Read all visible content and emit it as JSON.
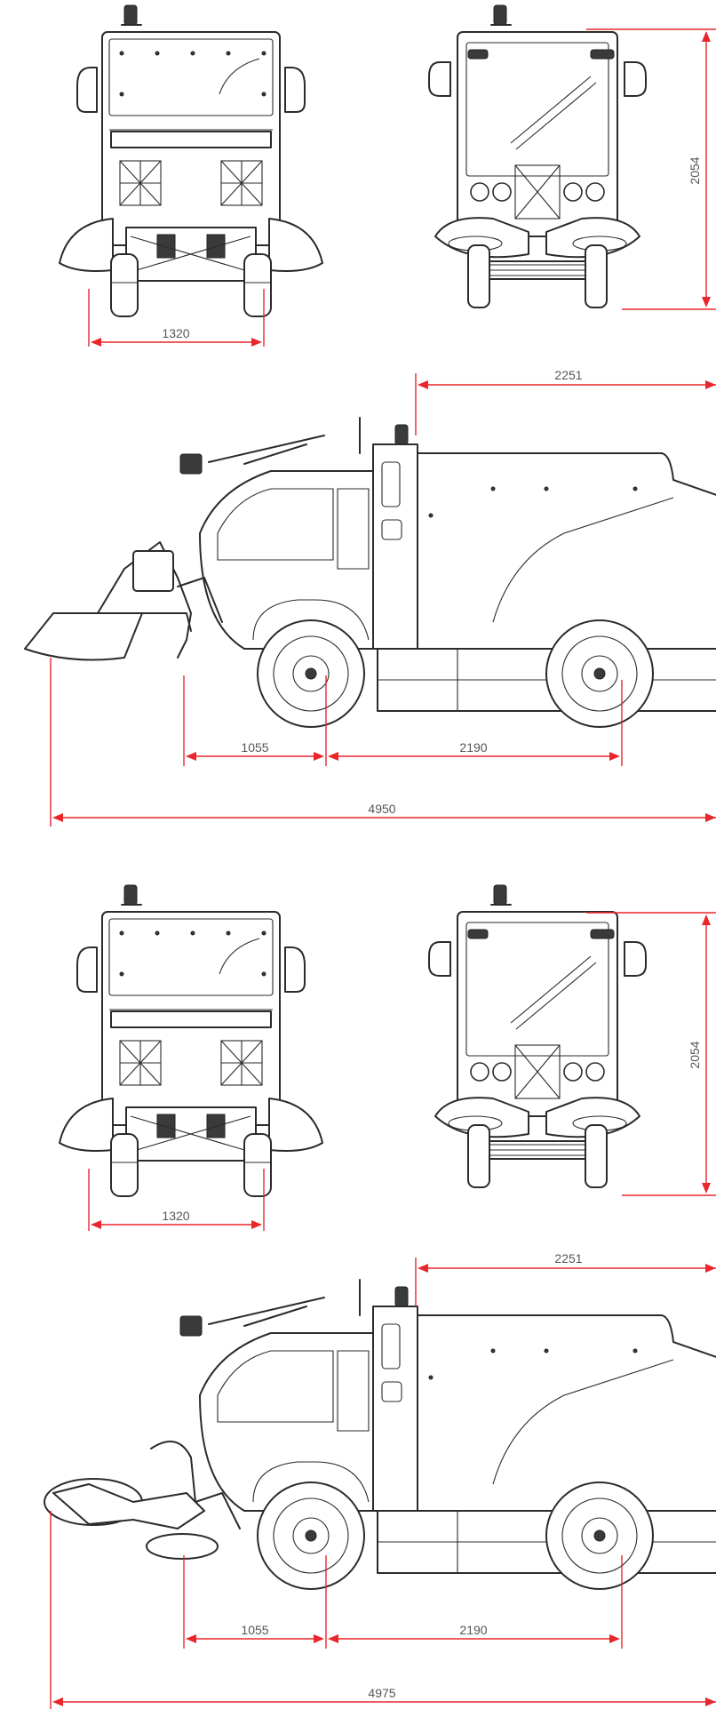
{
  "colors": {
    "dimension": "#e8262b",
    "line": "#2b2b2b",
    "text": "#555555",
    "background": "#ffffff"
  },
  "config_a": {
    "rear_track": "1320",
    "height": "2054",
    "rear_overhang_length": "2251",
    "front_overhang": "1055",
    "wheelbase": "2190",
    "overall_length": "4950"
  },
  "config_b": {
    "rear_track": "1320",
    "height": "2054",
    "rear_overhang_length": "2251",
    "front_overhang": "1055",
    "wheelbase": "2190",
    "overall_length": "4975"
  }
}
